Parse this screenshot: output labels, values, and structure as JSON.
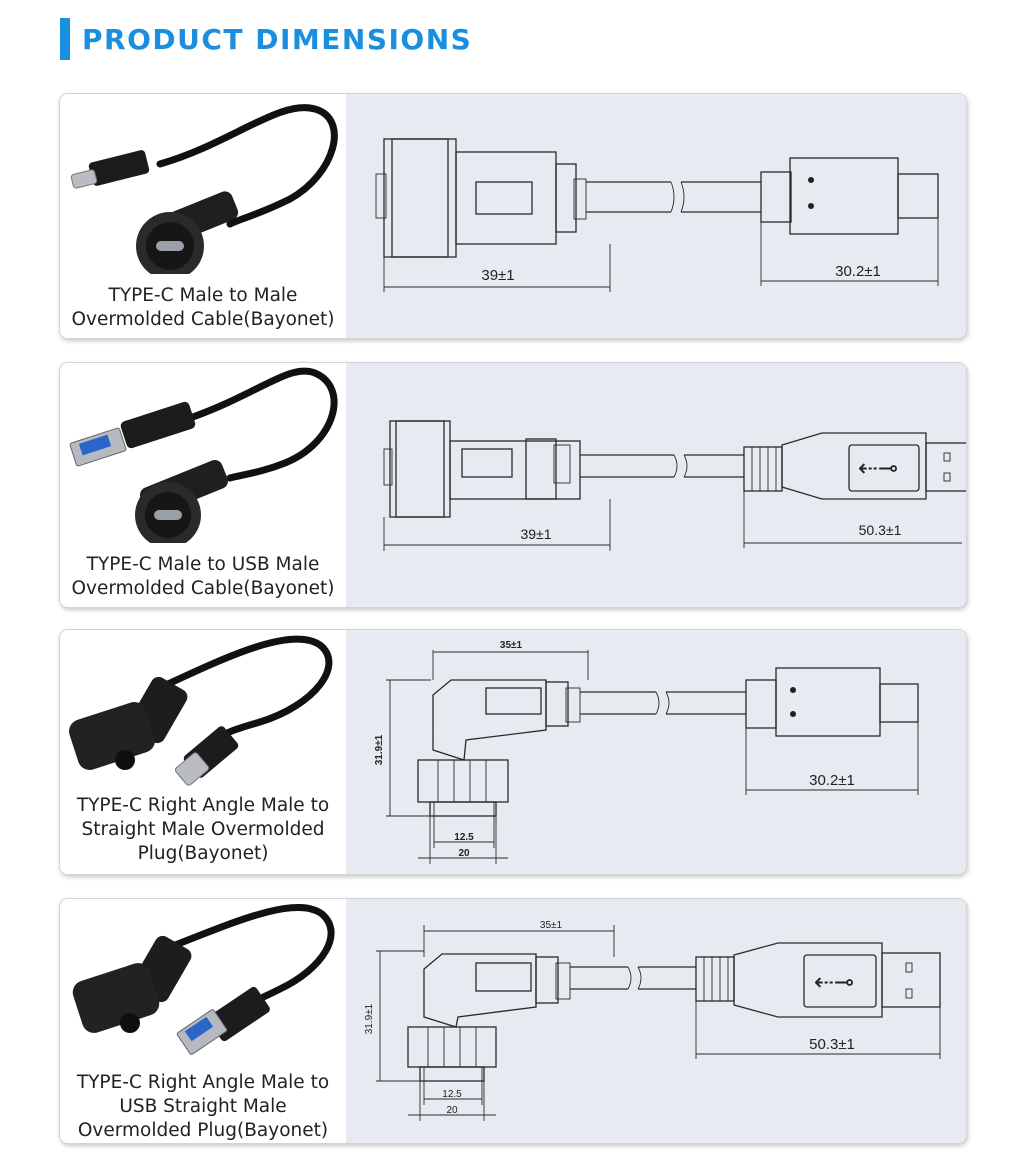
{
  "header": {
    "title": "PRODUCT DIMENSIONS",
    "accent_color": "#1a8fe0"
  },
  "products": [
    {
      "caption_lines": [
        "TYPE-C Male to Male",
        "Overmolded Cable(Bayonet)"
      ],
      "dimensions": {
        "connector_length": "39±1",
        "plug_length": "30.2±1"
      }
    },
    {
      "caption_lines": [
        "TYPE-C Male to USB Male",
        "Overmolded Cable(Bayonet)"
      ],
      "dimensions": {
        "connector_length": "39±1",
        "plug_length": "50.3±1"
      }
    },
    {
      "caption_lines": [
        "TYPE-C Right Angle Male to",
        "Straight Male Overmolded",
        "Plug(Bayonet)"
      ],
      "dimensions": {
        "top_length": "35±1",
        "height": "31.9±1",
        "inner_width": "12.5",
        "outer_width": "20",
        "plug_length": "30.2±1"
      }
    },
    {
      "caption_lines": [
        "TYPE-C  Right Angle Male to",
        "USB Straight Male",
        "Overmolded Plug(Bayonet)"
      ],
      "dimensions": {
        "top_length": "35±1",
        "height": "31.9±1",
        "inner_width": "12.5",
        "outer_width": "20",
        "plug_length": "50.3±1"
      }
    }
  ]
}
